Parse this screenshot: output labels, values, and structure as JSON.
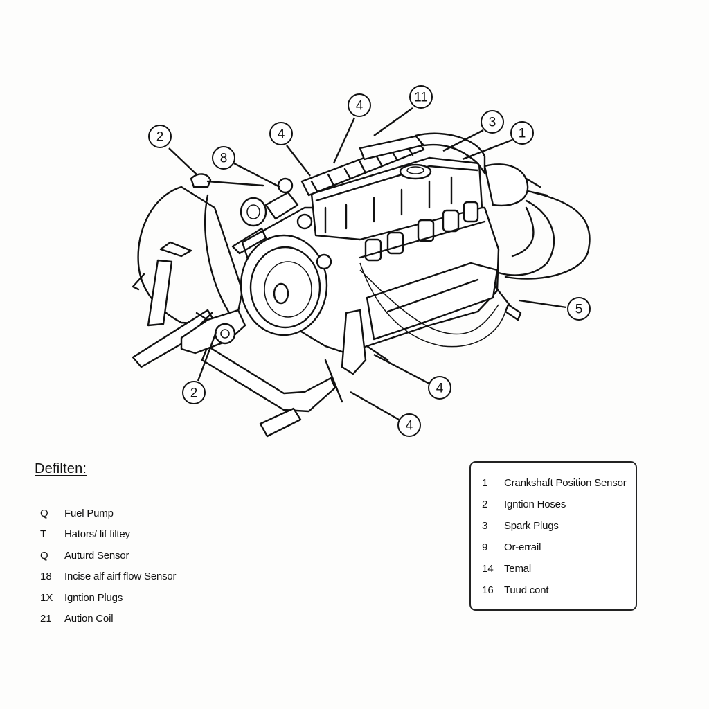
{
  "callouts": [
    {
      "id": "c-2-top",
      "label": "2"
    },
    {
      "id": "c-8",
      "label": "8"
    },
    {
      "id": "c-4-left",
      "label": "4"
    },
    {
      "id": "c-4-top",
      "label": "4"
    },
    {
      "id": "c-11",
      "label": "11"
    },
    {
      "id": "c-3",
      "label": "3"
    },
    {
      "id": "c-1",
      "label": "1"
    },
    {
      "id": "c-5",
      "label": "5"
    },
    {
      "id": "c-4-mid",
      "label": "4"
    },
    {
      "id": "c-4-bottom",
      "label": "4"
    },
    {
      "id": "c-2-bottom",
      "label": "2"
    }
  ],
  "legend_title": "Defilten:",
  "legend_left": [
    {
      "code": "Q",
      "label": "Fuel Pump"
    },
    {
      "code": "T",
      "label": "Hators/ lif filtey"
    },
    {
      "code": "Q",
      "label": "Auturd Sensor"
    },
    {
      "code": "18",
      "label": "Incise alf airf flow Sensor"
    },
    {
      "code": "1X",
      "label": "Igntion Plugs"
    },
    {
      "code": "21",
      "label": "Aution Coil"
    }
  ],
  "legend_right": [
    {
      "code": "1",
      "label": "Crankshaft Position Sensor"
    },
    {
      "code": "2",
      "label": "Igntion Hoses"
    },
    {
      "code": "3",
      "label": "Spark Plugs"
    },
    {
      "code": "9",
      "label": "Or-errail"
    },
    {
      "code": "14",
      "label": "Temal"
    },
    {
      "code": "16",
      "label": "Tuud cont"
    }
  ]
}
